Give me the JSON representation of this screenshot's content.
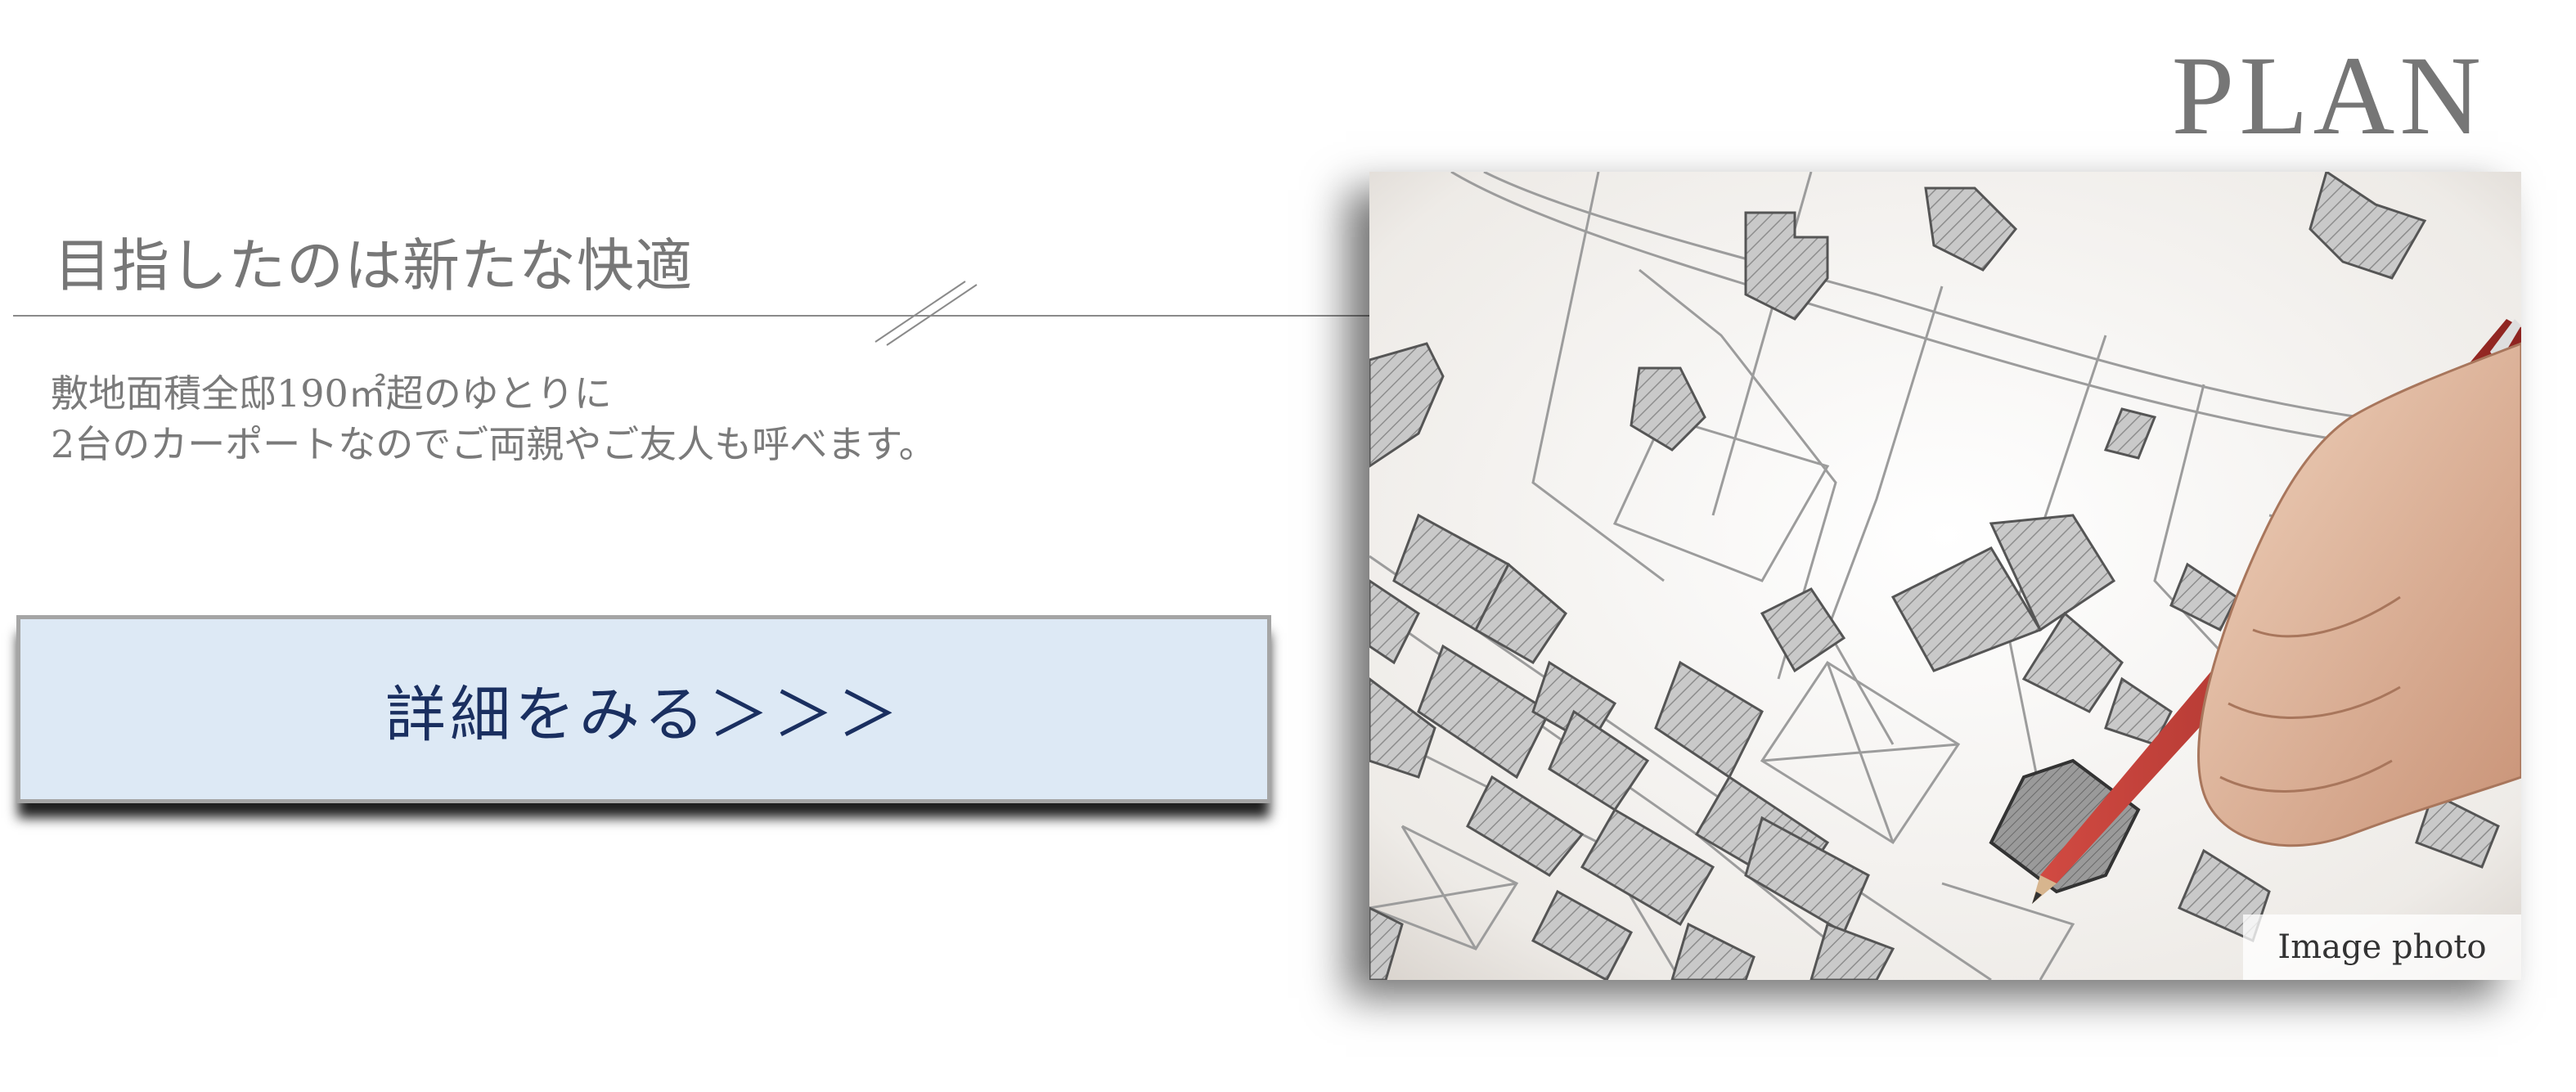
{
  "section": {
    "title": "PLAN"
  },
  "intro": {
    "heading": "目指したのは新たな快適",
    "lines": [
      "敷地面積全邸190㎡超のゆとりに",
      "2台のカーポートなのでご両親やご友人も呼べます。"
    ]
  },
  "detail_button": {
    "label": "詳細をみる＞＞＞"
  },
  "photo": {
    "caption": "Image photo",
    "subject": "hand drawing on cadastral map with red pencil"
  },
  "colors": {
    "title_gray": "#767676",
    "button_bg": "#dde9f5",
    "button_text": "#1a2f60",
    "pencil_red": "#b8332e"
  }
}
